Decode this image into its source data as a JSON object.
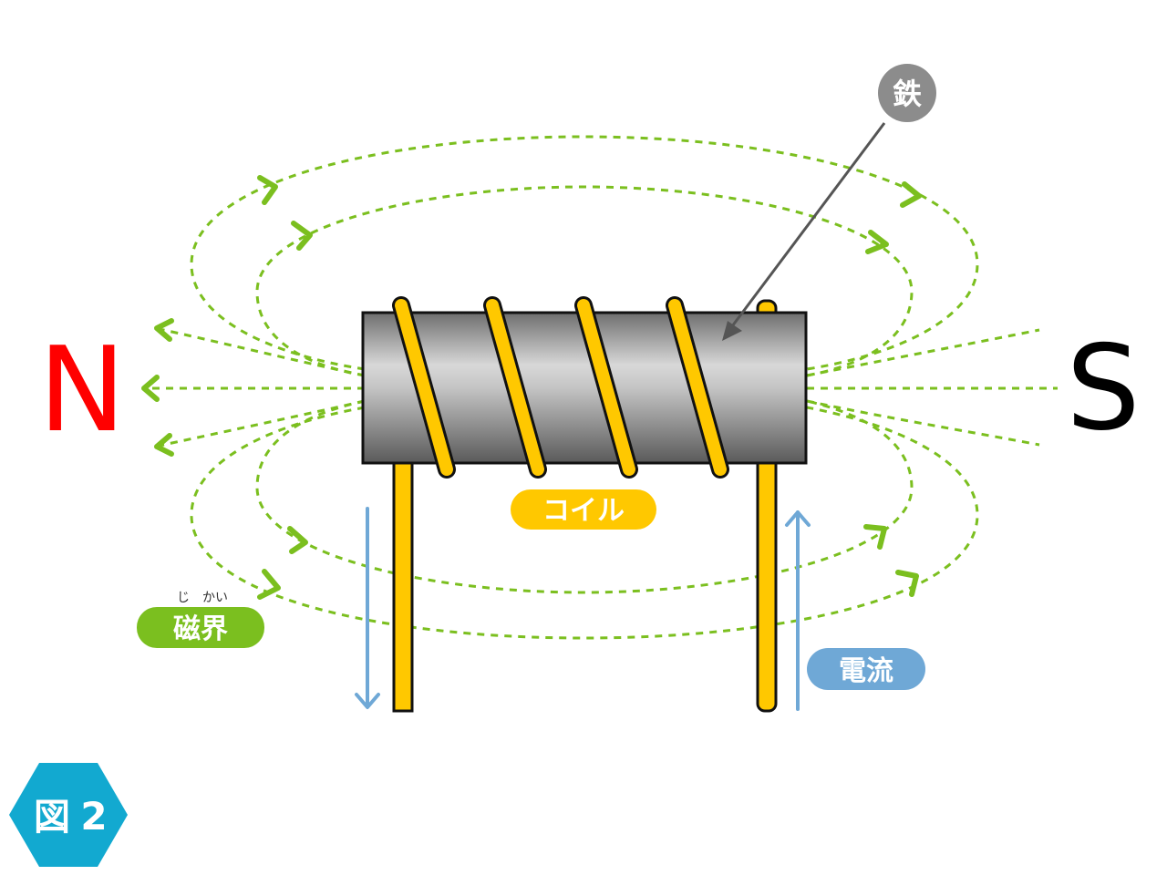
{
  "labels": {
    "north_pole": "N",
    "south_pole": "S",
    "iron": "鉄",
    "coil": "コイル",
    "magnetic_field": "磁界",
    "magnetic_field_ruby": "じ　かい",
    "current": "電流",
    "figure": "図",
    "figure_number": "2"
  },
  "colors": {
    "north_pole": "#ff0000",
    "south_pole": "#000000",
    "field_lines": "#7bbf1f",
    "coil": "#ffc800",
    "current": "#6fa8d6",
    "iron_badge": "#8c8c8c",
    "figure_badge": "#12a9d0"
  }
}
